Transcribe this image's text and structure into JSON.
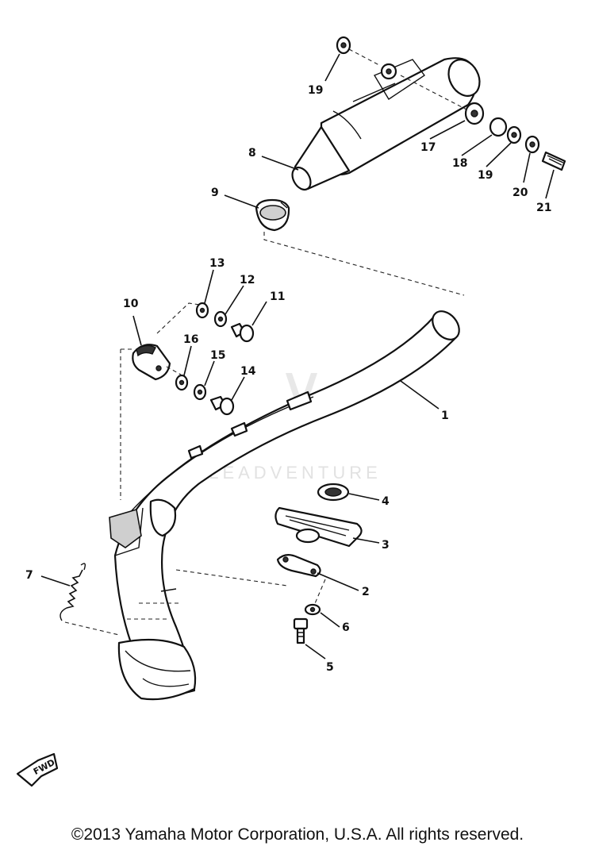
{
  "diagram": {
    "callouts": [
      "1",
      "2",
      "3",
      "4",
      "5",
      "6",
      "7",
      "8",
      "9",
      "10",
      "11",
      "12",
      "13",
      "14",
      "15",
      "16",
      "17",
      "18",
      "19",
      "19",
      "20",
      "21"
    ],
    "watermark": "LEADVENTURE",
    "fwd_label": "FWD"
  },
  "footer": {
    "copyright": "©2013 Yamaha Motor Corporation, U.S.A. All rights reserved."
  }
}
